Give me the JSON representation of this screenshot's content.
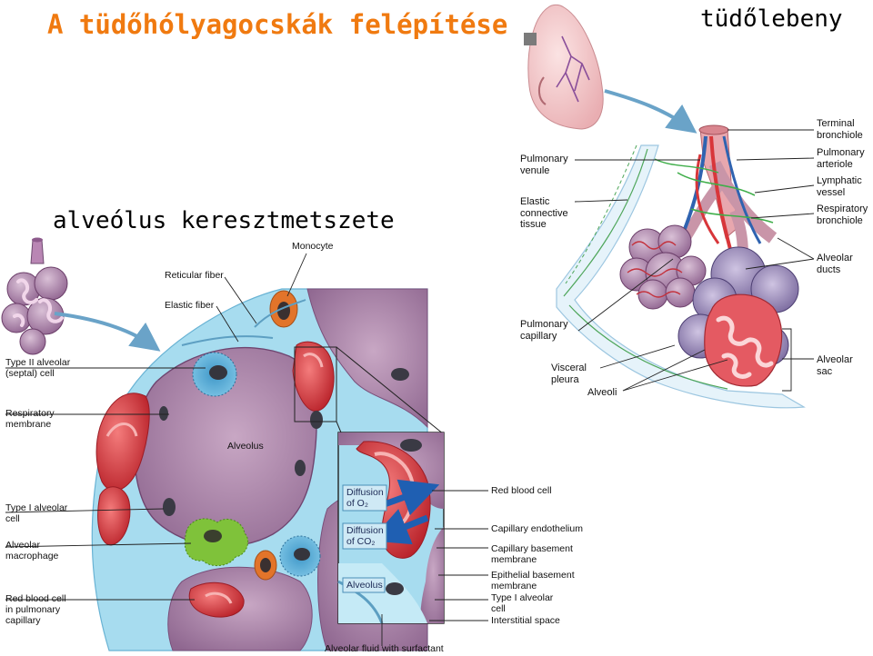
{
  "titles": {
    "main": "A tüdőhólyagocskák felépítése",
    "lobe": "tüdőlebeny",
    "section": "alveólus keresztmetszete"
  },
  "lung_labels": {
    "terminal_bronchiole": "Terminal\nbronchiole",
    "pulmonary_arteriole": "Pulmonary\narteriole",
    "lymphatic_vessel": "Lymphatic\nvessel",
    "respiratory_bronchiole": "Respiratory\nbronchiole",
    "alveolar_ducts": "Alveolar\nducts",
    "alveolar_sac": "Alveolar\nsac",
    "pulmonary_venule": "Pulmonary\nvenule",
    "elastic_connective_tissue": "Elastic\nconnective\ntissue",
    "pulmonary_capillary": "Pulmonary\ncapillary",
    "visceral_pleura": "Visceral\npleura",
    "alveoli": "Alveoli"
  },
  "section_labels": {
    "monocyte": "Monocyte",
    "reticular_fiber": "Reticular fiber",
    "elastic_fiber": "Elastic fiber",
    "type2_cell": "Type II alveolar\n(septal) cell",
    "respiratory_membrane": "Respiratory\nmembrane",
    "alveolus": "Alveolus",
    "type1_cell": "Type I alveolar\ncell",
    "macrophage": "Alveolar\nmacrophage",
    "rbc_capillary": "Red blood cell\nin pulmonary\ncapillary",
    "alveolar_fluid": "Alveolar fluid with surfactant"
  },
  "inset_labels": {
    "diff_o2": "Diffusion\nof O₂",
    "diff_co2": "Diffusion\nof CO₂",
    "alveolus": "Alveolus",
    "red_blood_cell": "Red blood cell",
    "capillary_endothelium": "Capillary endothelium",
    "capillary_basement": "Capillary basement\nmembrane",
    "epithelial_basement": "Epithelial basement\nmembrane",
    "type1_cell": "Type I alveolar\ncell",
    "interstitial_space": "Interstitial space"
  },
  "colors": {
    "title_orange": "#f07a10",
    "lung_pink": "#f3c9c9",
    "alveolus_purple": "#b895ad",
    "capillary_red": "#d8363a",
    "vein_blue": "#2f63b0",
    "lymph_green": "#3fae4a",
    "interstitium_cyan": "#a7dcef",
    "macrophage_green": "#7fc23a",
    "monocyte_orange": "#e2742a"
  }
}
